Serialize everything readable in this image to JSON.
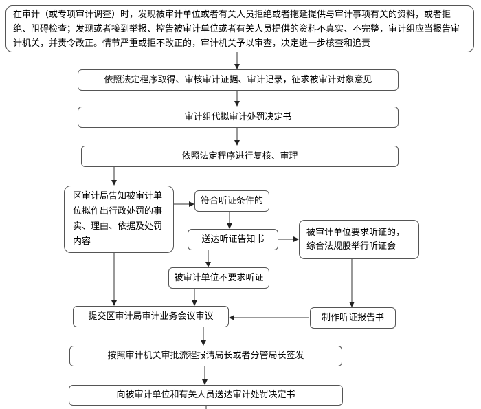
{
  "flow": {
    "start": "在审计（或专项审计调查）时，发现被审计单位或者有关人员拒绝或者拖延提供与审计事项有关的资料，或者拒绝、阻碍检查；发现或者接到举报、控告被审计单位或者有关人员提供的资料不真实、不完整，审计组应当报告审计机关，并责令改正。情节严重或拒不改正的，审计机关予以审查，决定进一步核查和追责",
    "step_evidence": "依照法定程序取得、审核审计证据、审计记录，征求被审计对象意见",
    "step_draft": "审计组代拟审计处罚决定书",
    "step_review": "依照法定程序进行复核、审理",
    "step_notify": "区审计局告知被审计单位拟作出行政处罚的事实、理由、依据及处罚内容",
    "step_hearing_eligible": "符合听证条件的",
    "step_hearing_notice": "送达听证告知书",
    "step_hearing_held": "被审计单位要求听证的，综合法规股举行听证会",
    "step_no_hearing": "被审计单位不要求听证",
    "step_committee": "提交区审计局审计业务会议审议",
    "step_hearing_report": "制作听证报告书",
    "step_sign": "按照审计机关审批流程报请局长或者分管局长签发",
    "step_deliver": "向被审计单位和有关人员送达审计处罚决定书"
  }
}
